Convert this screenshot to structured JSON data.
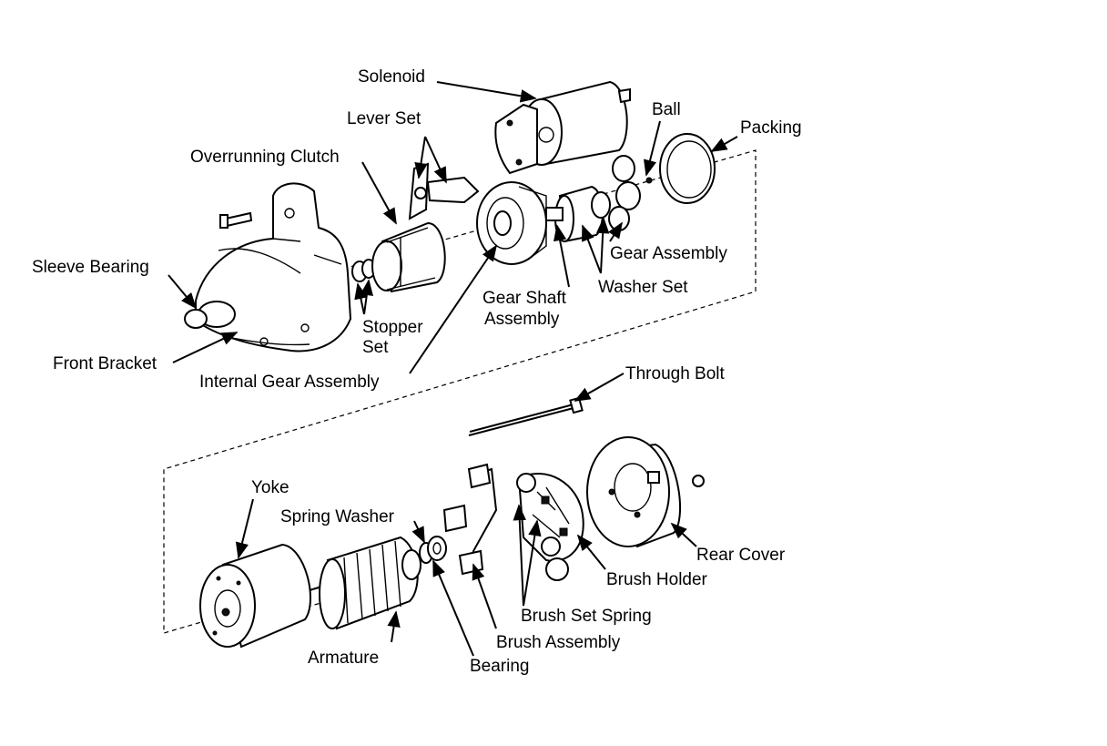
{
  "labels": {
    "solenoid": "Solenoid",
    "ball": "Ball",
    "packing": "Packing",
    "lever_set": "Lever Set",
    "overrunning_clutch": "Overrunning Clutch",
    "sleeve_bearing": "Sleeve Bearing",
    "front_bracket": "Front Bracket",
    "stopper_set_1": "Stopper",
    "stopper_set_2": "Set",
    "internal_gear_assembly": "Internal Gear Assembly",
    "gear_shaft_1": "Gear Shaft",
    "gear_shaft_2": "Assembly",
    "washer_set": "Washer Set",
    "gear_assembly": "Gear Assembly",
    "through_bolt": "Through Bolt",
    "yoke": "Yoke",
    "spring_washer": "Spring Washer",
    "rear_cover": "Rear Cover",
    "brush_holder": "Brush Holder",
    "brush_set_spring": "Brush Set Spring",
    "brush_assembly": "Brush Assembly",
    "armature": "Armature",
    "bearing": "Bearing"
  }
}
